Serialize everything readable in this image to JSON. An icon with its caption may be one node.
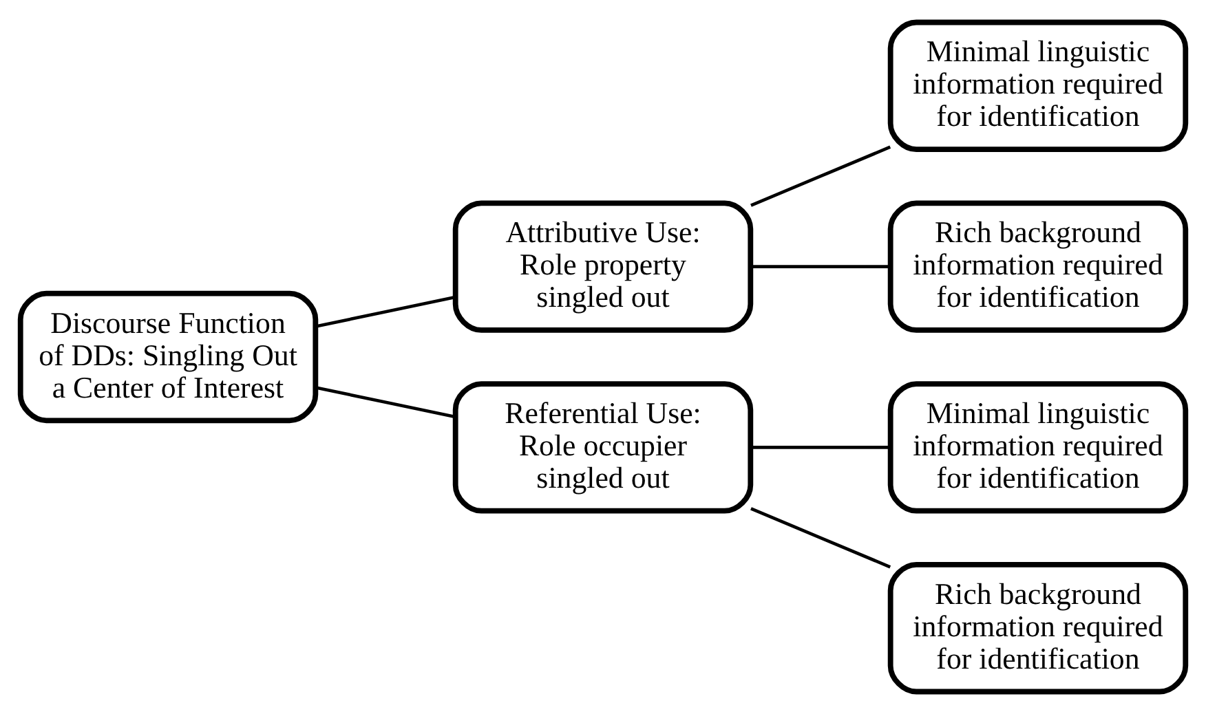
{
  "diagram": {
    "nodes": [
      {
        "text": [
          "Discourse Function of DDs: Singling Out a Center of Interest"
        ]
      },
      {
        "text": [
          "Attributive Use: Role property singled out"
        ]
      },
      {
        "text": [
          "Minimal linguistic information required for identification"
        ]
      },
      {
        "text": [
          "Rich background information required for identification"
        ]
      },
      {
        "text": [
          "Referential Use: Role occupier singled out"
        ]
      },
      {
        "text": [
          "Minimal linguistic information required for identification"
        ]
      },
      {
        "text": [
          "Rich background information required for identification"
        ]
      }
    ],
    "edges": [
      {
        "from": 0,
        "to": 1,
        "arrow": "none"
      },
      {
        "from": 0,
        "to": 4,
        "arrow": "none"
      },
      {
        "from": 1,
        "to": 2,
        "arrow": "none"
      },
      {
        "from": 1,
        "to": 3,
        "arrow": "none"
      },
      {
        "from": 4,
        "to": 5,
        "arrow": "none"
      },
      {
        "from": 4,
        "to": 6,
        "arrow": "none"
      }
    ]
  }
}
